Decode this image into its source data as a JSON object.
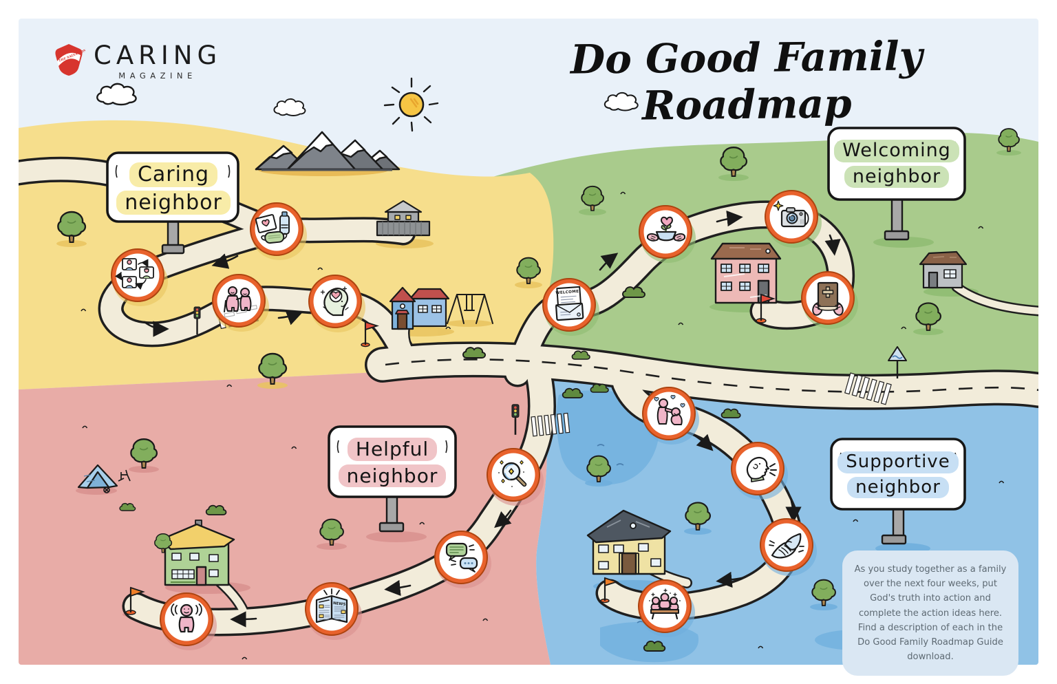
{
  "logo": {
    "brand": "CARING",
    "subtitle": "MAGAZINE",
    "shield_text": "THE SALVATION ARMY"
  },
  "title": {
    "text": "Do Good Family Roadmap"
  },
  "signs": {
    "caring": {
      "line1": "Caring",
      "line2": "neighbor",
      "highlight_color": "#F8ECA8"
    },
    "welcoming": {
      "line1": "Welcoming",
      "line2": "neighbor",
      "highlight_color": "#CBE2B6"
    },
    "helpful": {
      "line1": "Helpful",
      "line2": "neighbor",
      "highlight_color": "#F0C4C7"
    },
    "supportive": {
      "line1": "Supportive",
      "line2": "neighbor",
      "highlight_color": "#C7DFF4"
    }
  },
  "regions": {
    "caring": {
      "label": "Caring neighbor",
      "color": "#F6DE8C"
    },
    "welcoming": {
      "label": "Welcoming neighbor",
      "color": "#A9CB8C"
    },
    "helpful": {
      "label": "Helpful neighbor",
      "color": "#E8ACA7"
    },
    "supportive": {
      "label": "Supportive neighbor",
      "color": "#90C2E6"
    }
  },
  "routes": {
    "caring": {
      "stations": [
        {
          "icon": "care-package-icon"
        },
        {
          "icon": "video-call-icon"
        },
        {
          "icon": "elderly-couple-icon"
        },
        {
          "icon": "kind-thoughts-icon"
        }
      ]
    },
    "welcoming": {
      "stations": [
        {
          "icon": "welcome-letter-icon",
          "card_text": "WELCOME!"
        },
        {
          "icon": "flower-gift-icon"
        },
        {
          "icon": "camera-icon"
        },
        {
          "icon": "bible-icon"
        }
      ]
    },
    "helpful": {
      "stations": [
        {
          "icon": "magnifier-icon"
        },
        {
          "icon": "chat-bubbles-icon"
        },
        {
          "icon": "newspaper-icon",
          "masthead": "NEWS"
        },
        {
          "icon": "listening-person-icon"
        }
      ]
    },
    "supportive": {
      "stations": [
        {
          "icon": "comfort-hug-icon"
        },
        {
          "icon": "speaking-face-icon"
        },
        {
          "icon": "clasped-hands-icon"
        },
        {
          "icon": "family-table-icon"
        }
      ]
    }
  },
  "note": {
    "text": "As you study together as a family over the next four weeks, put God's truth into action and complete the action ideas here. Find a description of each in the Do Good Family Roadmap Guide download."
  },
  "colors": {
    "road": "#F2ECDA",
    "station_ring": "#E8622C",
    "sky": "#E9F1F9"
  }
}
